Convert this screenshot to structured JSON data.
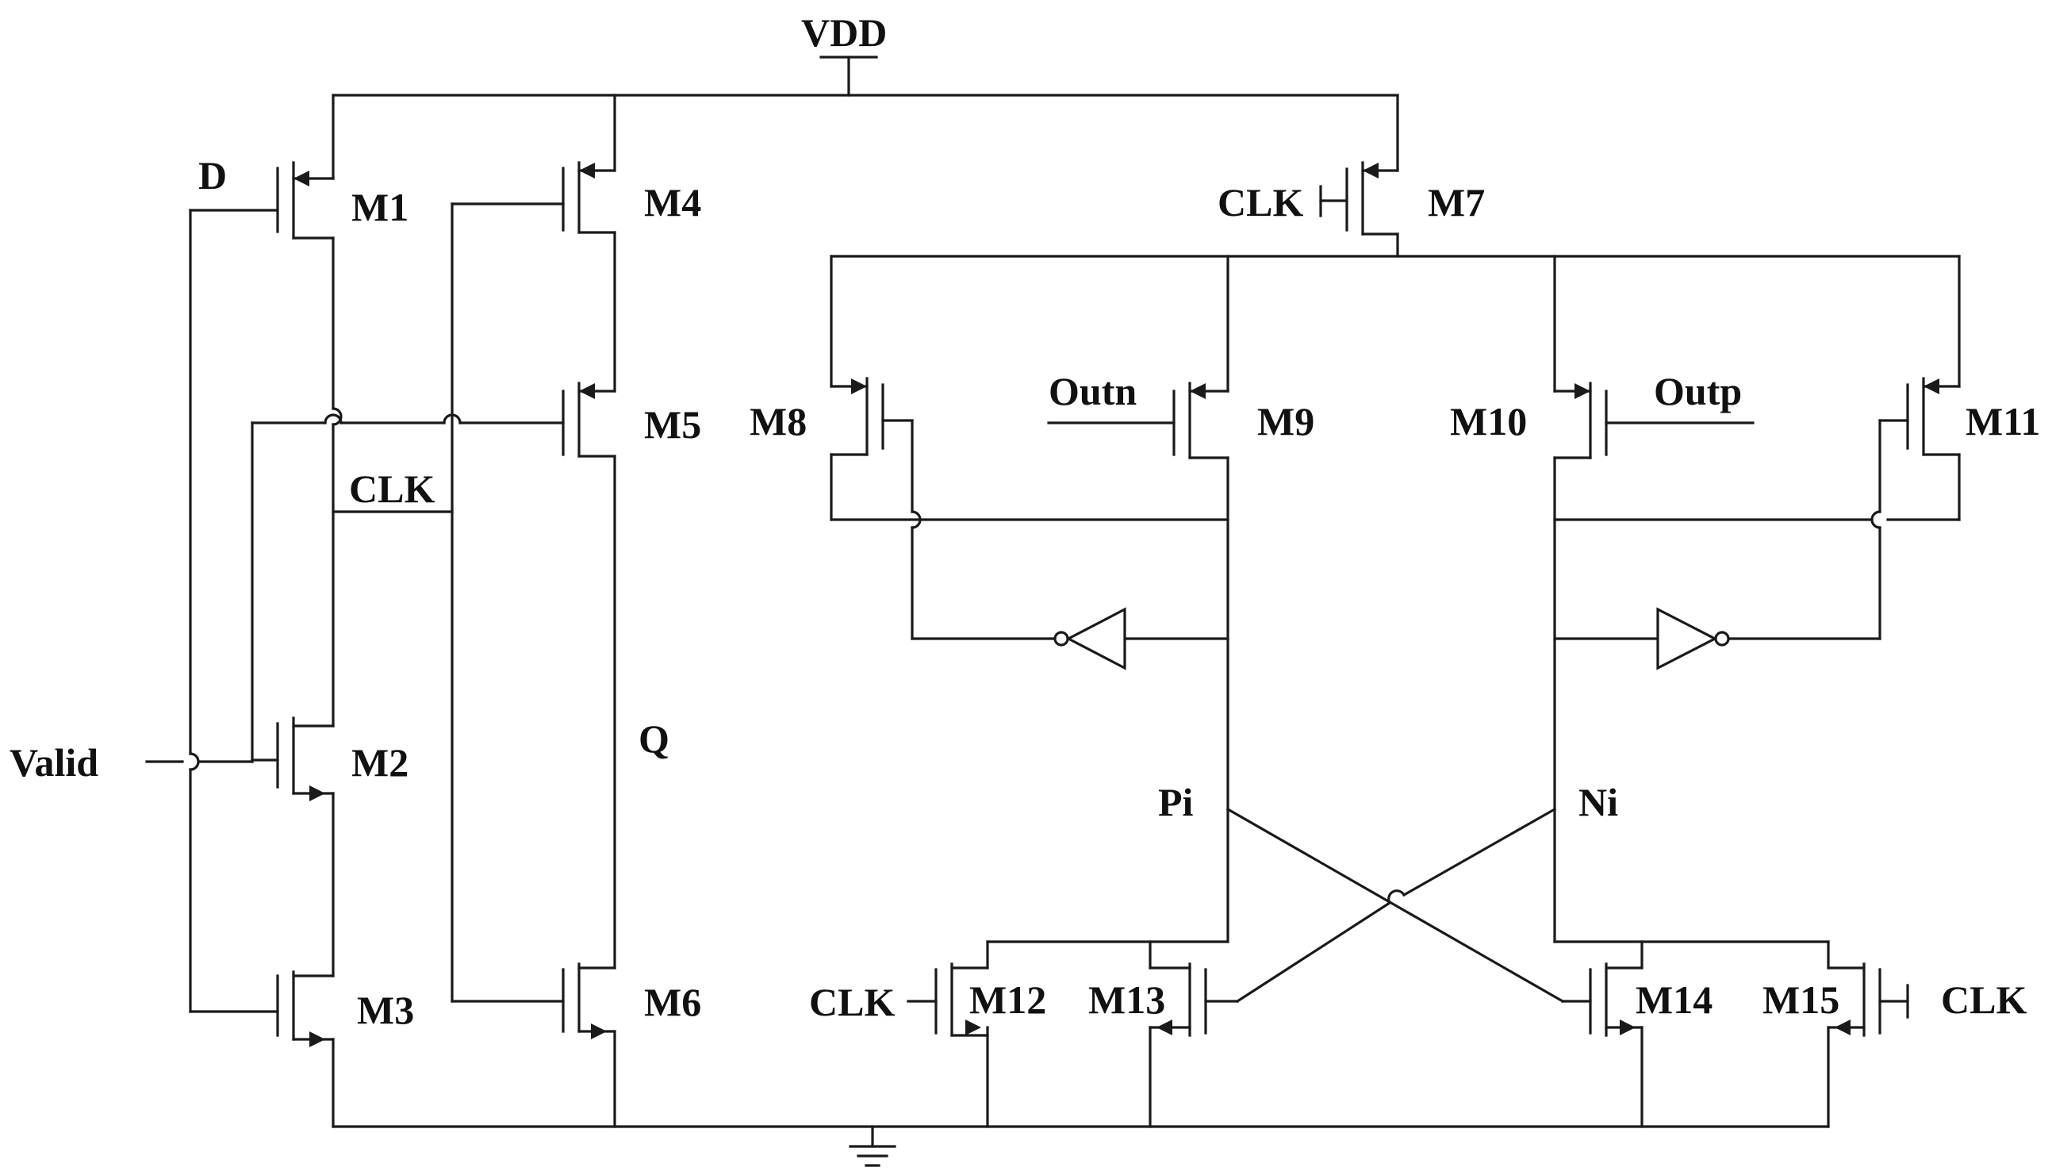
{
  "supply": {
    "vdd": "VDD"
  },
  "transistors": {
    "m1": "M1",
    "m2": "M2",
    "m3": "M3",
    "m4": "M4",
    "m5": "M5",
    "m6": "M6",
    "m7": "M7",
    "m8": "M8",
    "m9": "M9",
    "m10": "M10",
    "m11": "M11",
    "m12": "M12",
    "m13": "M13",
    "m14": "M14",
    "m15": "M15"
  },
  "signals": {
    "d": "D",
    "valid": "Valid",
    "clk_mid": "CLK",
    "clk_m7": "CLK",
    "clk_m12": "CLK",
    "clk_m15": "CLK",
    "q": "Q",
    "outn": "Outn",
    "outp": "Outp",
    "pi": "Pi",
    "ni": "Ni"
  }
}
